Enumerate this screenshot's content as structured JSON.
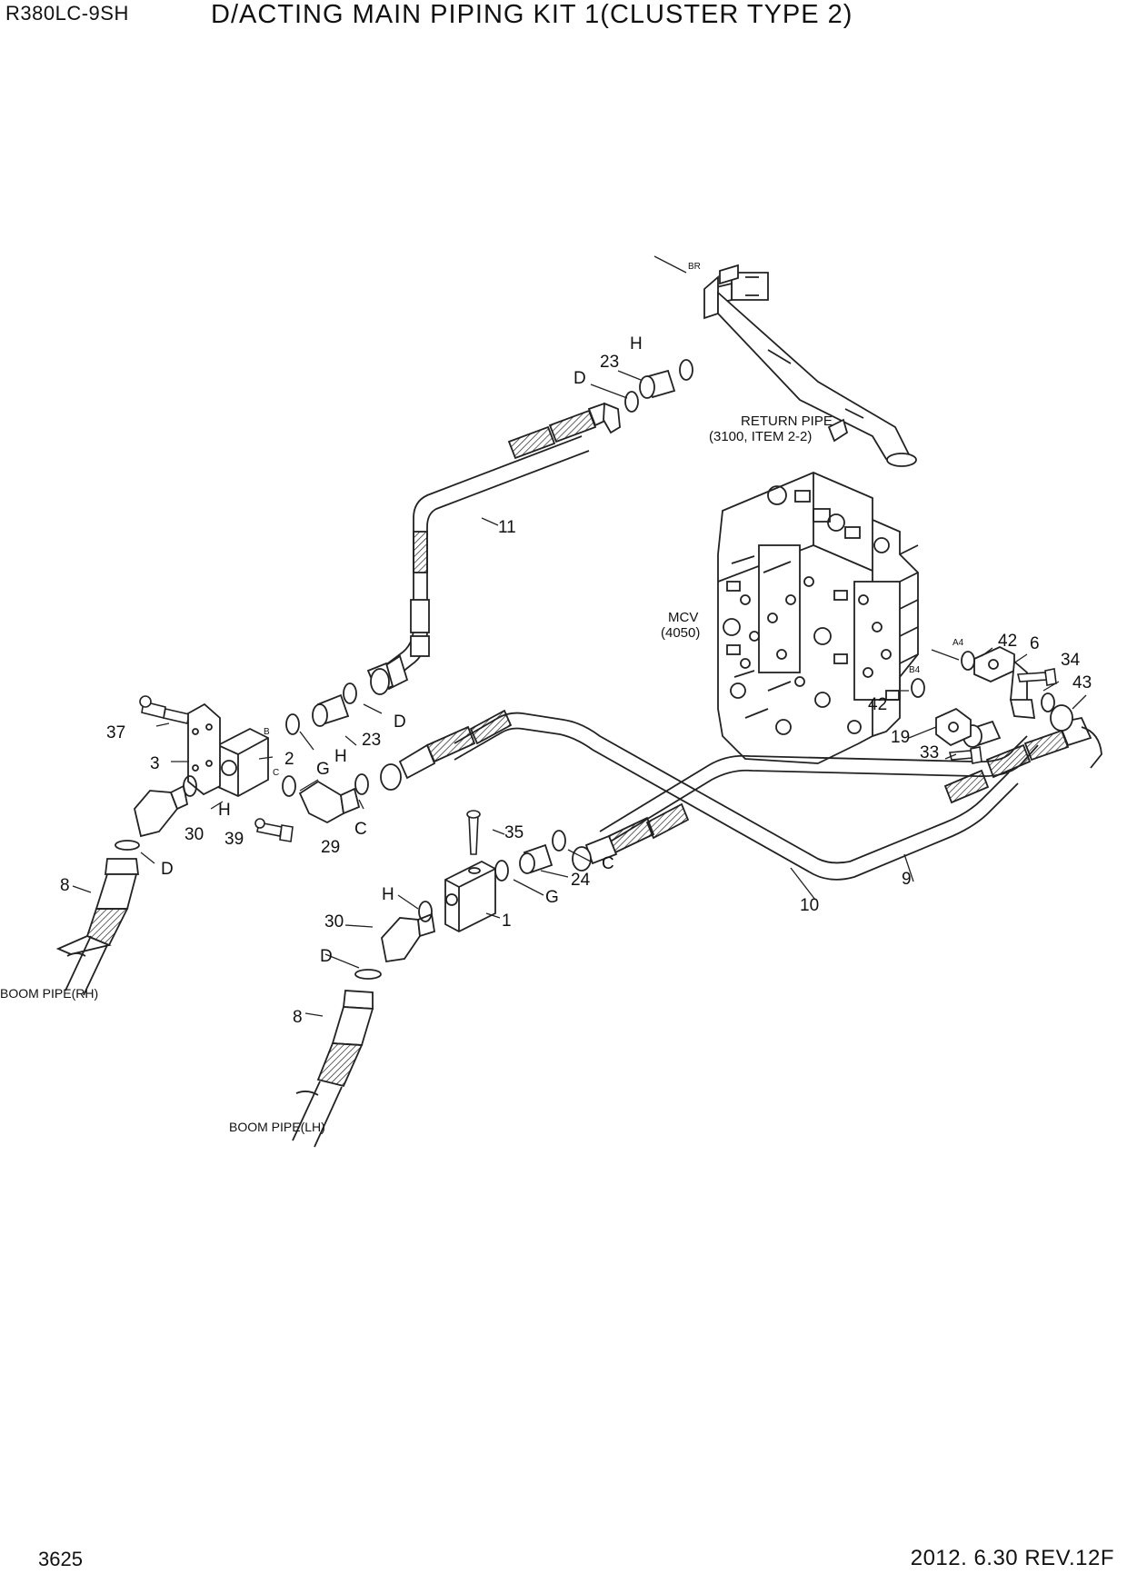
{
  "header": {
    "model": "R380LC-9SH",
    "title": "D/ACTING MAIN PIPING KIT 1(CLUSTER TYPE 2)"
  },
  "footer": {
    "page": "3625",
    "revision": "2012. 6.30  REV.12F"
  },
  "annotations": {
    "return_pipe_line1": "RETURN PIPE",
    "return_pipe_line2": "(3100, ITEM 2-2)",
    "mcv_line1": "MCV",
    "mcv_line2": "(4050)",
    "boom_pipe_rh": "BOOM PIPE(RH)",
    "boom_pipe_lh": "BOOM PIPE(LH)"
  },
  "port_labels": {
    "br": "BR",
    "a4": "A4",
    "b4": "B4",
    "b": "B",
    "c": "C"
  },
  "callouts": {
    "c11": "11",
    "c23_top": "23",
    "h_top": "H",
    "d_top": "D",
    "c23_mid": "23",
    "d_mid": "D",
    "h_mid": "H",
    "g_mid": "G",
    "c_mid": "C",
    "c37": "37",
    "c3": "3",
    "c2": "2",
    "c30_left": "30",
    "h_left": "H",
    "c39": "39",
    "c29": "29",
    "d_left": "D",
    "c8_left": "8",
    "c35": "35",
    "c_low": "C",
    "c24": "24",
    "g_low": "G",
    "c1": "1",
    "h_low": "H",
    "c30_low": "30",
    "d_low": "D",
    "c8_low": "8",
    "c10": "10",
    "c9": "9",
    "c42_top": "42",
    "c6": "6",
    "c34": "34",
    "c43": "43",
    "c42_mid": "42",
    "c19": "19",
    "c33": "33"
  }
}
